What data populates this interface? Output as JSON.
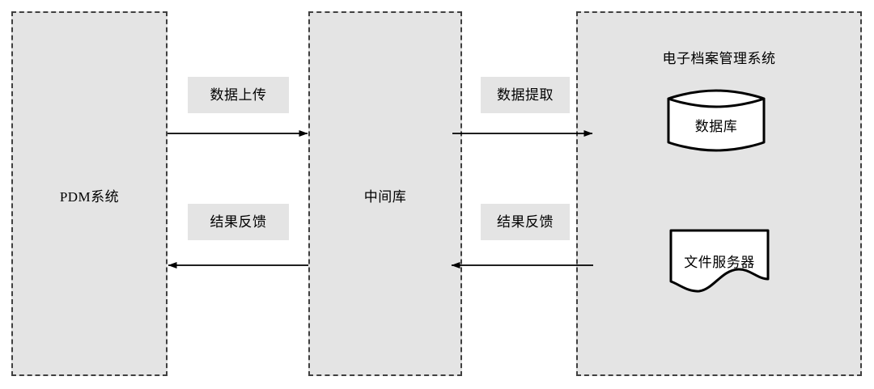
{
  "diagram": {
    "title_visible": false,
    "background_color": "#ffffff",
    "zone_fill": "#e4e4e4",
    "zone_border_color": "#404040",
    "line_color": "#000000",
    "zones": [
      {
        "id": "pdm",
        "label": "PDM系统"
      },
      {
        "id": "middle",
        "label": "中间库"
      },
      {
        "id": "eams",
        "label": "电子档案管理系统"
      }
    ],
    "flows": [
      {
        "id": "upload",
        "label": "数据上传",
        "direction": "right",
        "from": "pdm",
        "to": "middle"
      },
      {
        "id": "feedback-left",
        "label": "结果反馈",
        "direction": "left",
        "from": "middle",
        "to": "pdm"
      },
      {
        "id": "extract",
        "label": "数据提取",
        "direction": "right",
        "from": "middle",
        "to": "eams"
      },
      {
        "id": "feedback-right",
        "label": "结果反馈",
        "direction": "left",
        "from": "eams",
        "to": "middle"
      }
    ],
    "nodes": [
      {
        "id": "database",
        "label": "数据库",
        "shape": "cylinder"
      },
      {
        "id": "file-server",
        "label": "文件服务器",
        "shape": "document"
      }
    ]
  }
}
